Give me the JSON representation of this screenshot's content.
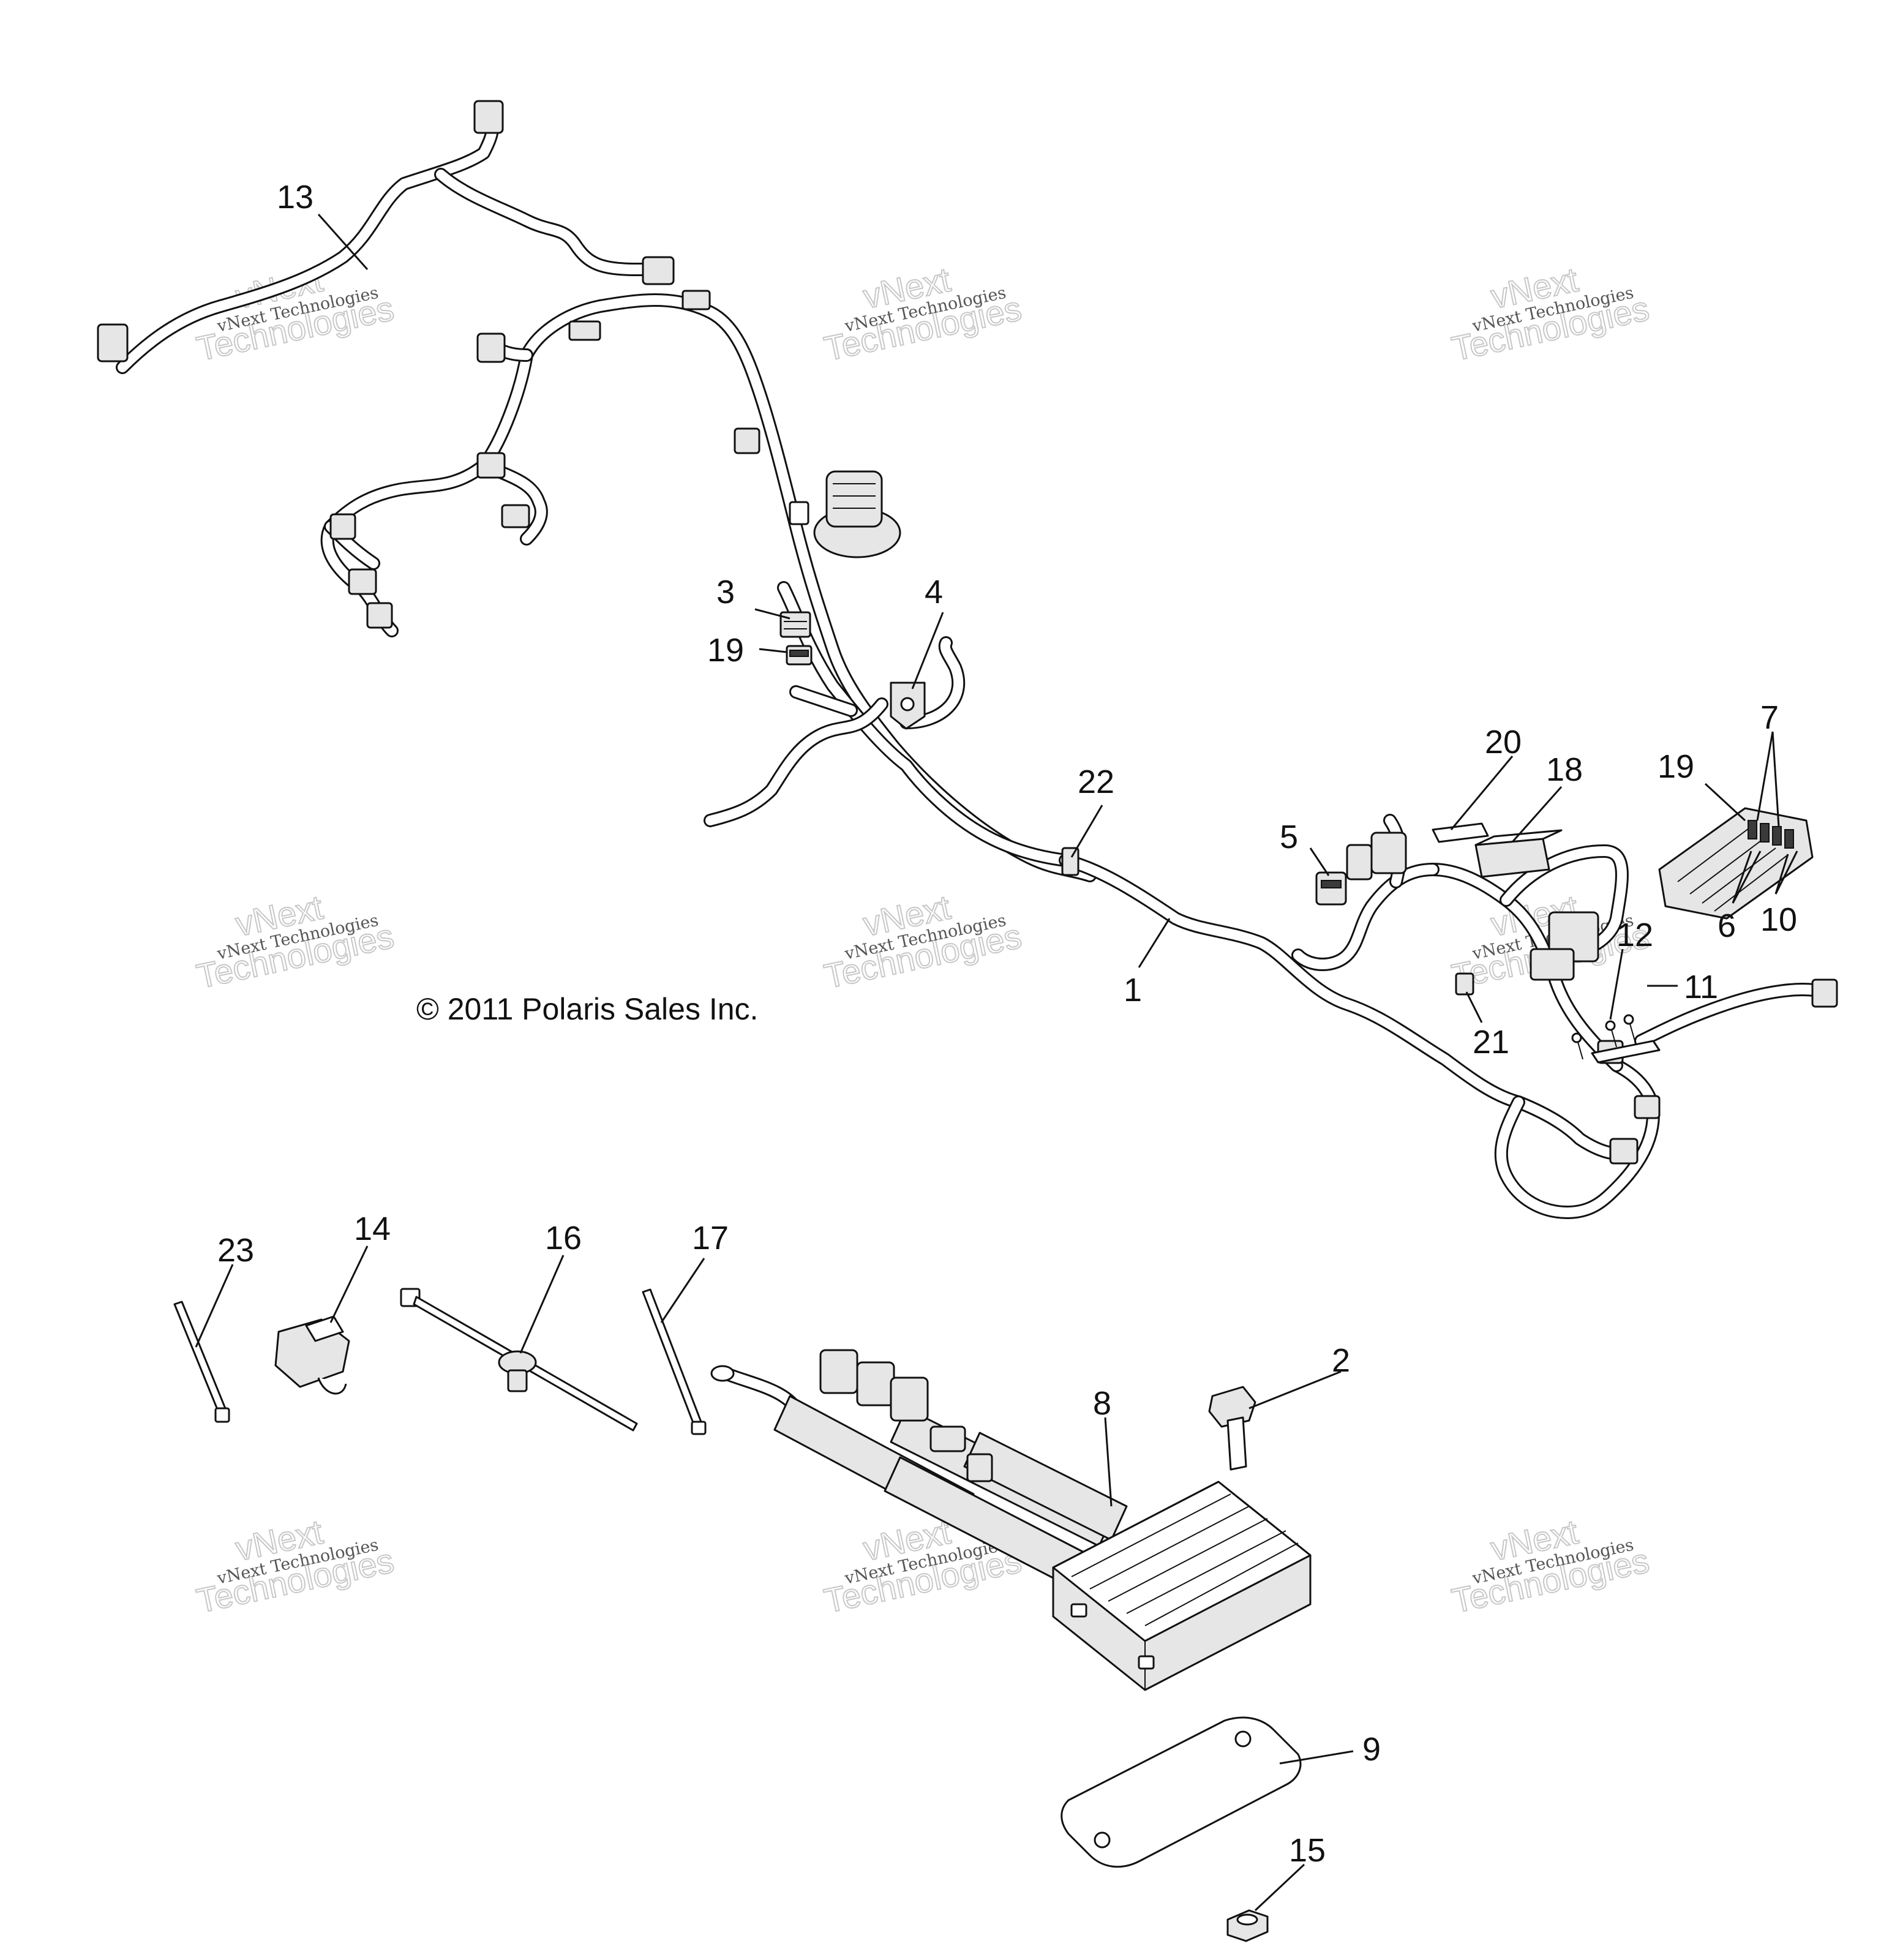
{
  "copyright": "© 2011 Polaris Sales Inc.",
  "watermark": {
    "small": "vNext Technologies",
    "big_top": "vNext",
    "big_bottom": "Technologies"
  },
  "callouts": {
    "c1": "1",
    "c2": "2",
    "c3": "3",
    "c4": "4",
    "c5": "5",
    "c6": "6",
    "c7": "7",
    "c8": "8",
    "c9": "9",
    "c10": "10",
    "c11": "11",
    "c12": "12",
    "c13": "13",
    "c14": "14",
    "c15": "15",
    "c16": "16",
    "c17": "17",
    "c18": "18",
    "c19a": "19",
    "c19b": "19",
    "c20": "20",
    "c21": "21",
    "c22": "22",
    "c23": "23"
  }
}
